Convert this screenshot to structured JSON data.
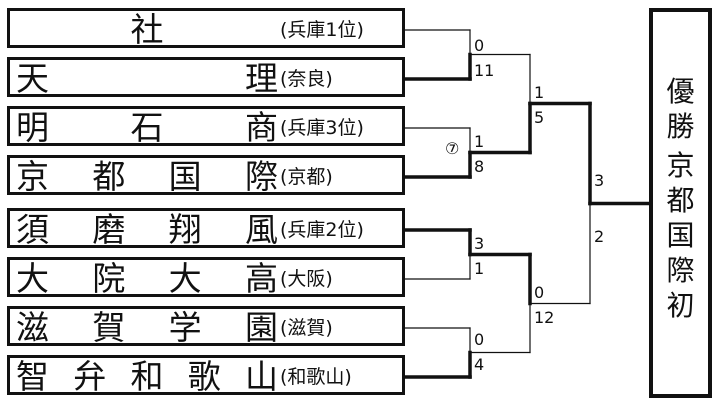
{
  "teams": [
    {
      "chars": [
        "社"
      ],
      "region": "(兵庫1位)"
    },
    {
      "chars": [
        "天",
        "理"
      ],
      "region": "(奈良)"
    },
    {
      "chars": [
        "明",
        "石",
        "商"
      ],
      "region": "(兵庫3位)"
    },
    {
      "chars": [
        "京",
        "都",
        "国",
        "際"
      ],
      "region": "(京都)"
    },
    {
      "chars": [
        "須",
        "磨",
        "翔",
        "風"
      ],
      "region": "(兵庫2位)"
    },
    {
      "chars": [
        "大",
        "院",
        "大",
        "高"
      ],
      "region": "(大阪)"
    },
    {
      "chars": [
        "滋",
        "賀",
        "学",
        "園"
      ],
      "region": "(滋賀)"
    },
    {
      "chars": [
        "智",
        "弁",
        "和",
        "歌",
        "山"
      ],
      "region": "(和歌山)"
    }
  ],
  "first_round_scores": [
    {
      "top": "0",
      "bottom": "11"
    },
    {
      "top": "1",
      "bottom": "8"
    },
    {
      "top": "3",
      "bottom": "1"
    },
    {
      "top": "0",
      "bottom": "4"
    }
  ],
  "semifinal_scores": [
    {
      "top": "1",
      "bottom": "5"
    },
    {
      "top": "0",
      "bottom": "12"
    }
  ],
  "final_scores": {
    "top": "3",
    "bottom": "2"
  },
  "extra_inning_mark": "⑦",
  "champion": {
    "label": [
      "優",
      "勝"
    ],
    "name": [
      "京",
      "都",
      "国",
      "際"
    ],
    "suffix": [
      "初"
    ]
  },
  "winners": {
    "first_round": [
      1,
      3,
      4,
      7
    ],
    "semifinals": [
      1,
      2
    ],
    "final": 0
  }
}
